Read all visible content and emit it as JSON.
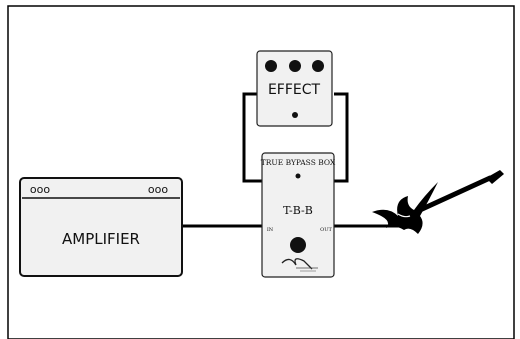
{
  "diagram": {
    "effect_label": "EFFECT",
    "box_top_label": "TRUE BYPASS BOX",
    "box_model": "T-B-B",
    "box_left_jack": "IN",
    "box_right_jack": "OUT",
    "amplifier_label": "AMPLIFIER",
    "amp_knobs_left": "ooo",
    "amp_knobs_right": "ooo",
    "colors": {
      "ink": "#111111",
      "panel": "#f1f1f1",
      "line": "#000000",
      "background": "#ffffff"
    },
    "icons": [
      "guitar-icon",
      "logo-icon",
      "footswitch-icon"
    ]
  }
}
